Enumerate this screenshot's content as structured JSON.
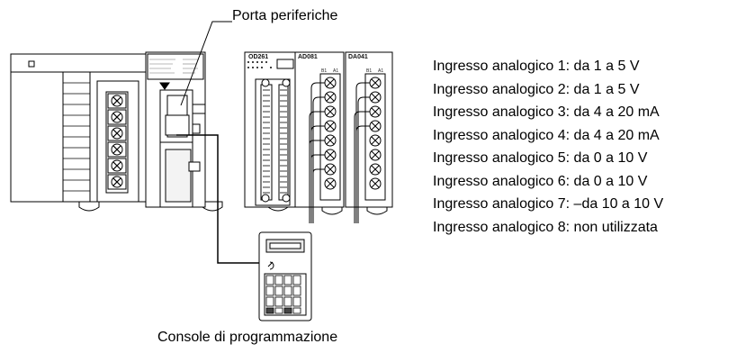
{
  "callouts": {
    "peripheral_port": "Porta periferiche",
    "programming_console": "Console di programmazione"
  },
  "module_labels": {
    "output_module": "OD261",
    "analog_input_module": "AD081",
    "analog_output_module": "DA041",
    "terminal_b1": "B1",
    "terminal_a1": "A1"
  },
  "analog_inputs": [
    "Ingresso analogico 1: da 1 a 5 V",
    "Ingresso analogico 2: da 1 a 5 V",
    "Ingresso analogico 3: da 4 a 20 mA",
    "Ingresso analogico 4: da 4 a 20 mA",
    "Ingresso analogico 5: da 0 a 10 V",
    "Ingresso analogico 6: da 0 a 10 V",
    "Ingresso analogico 7: –da 10 a 10 V",
    "Ingresso analogico 8: non utilizzata"
  ]
}
